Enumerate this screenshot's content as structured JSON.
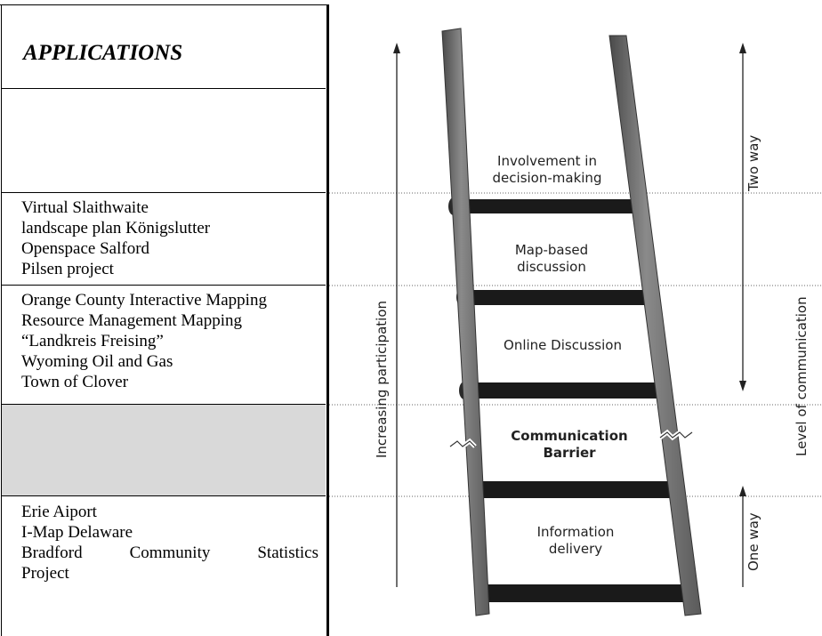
{
  "table": {
    "heading": "APPLICATIONS",
    "group1": [
      "Virtual Slaithwaite",
      "landscape plan Königslutter",
      "Openspace Salford",
      "Pilsen project"
    ],
    "group2": [
      "Orange County Interactive Mapping",
      "Resource Management Mapping",
      "“Landkreis Freising”",
      "Wyoming Oil and Gas",
      "Town of Clover"
    ],
    "group4": {
      "line1": "Erie Aiport",
      "line2": "I-Map Delaware",
      "line3_words": [
        "Bradford",
        "Community",
        "Statistics"
      ],
      "line4": "Project"
    }
  },
  "ladder": {
    "rungs": [
      {
        "label_l1": "Involvement in",
        "label_l2": "decision-making"
      },
      {
        "label_l1": "Map-based",
        "label_l2": "discussion"
      },
      {
        "label_l1": "Online Discussion",
        "label_l2": ""
      },
      {
        "label_l1": "Communication",
        "label_l2": "Barrier"
      },
      {
        "label_l1": "Information",
        "label_l2": "delivery"
      }
    ],
    "left_axis": "Increasing participation",
    "right_axis_upper": "Two way",
    "right_axis_middle": "Level of communication",
    "right_axis_lower": "One way",
    "colors": {
      "rail": "#6e6e6e",
      "rung": "#1a1a1a",
      "gap": "#b3b3b3"
    }
  }
}
